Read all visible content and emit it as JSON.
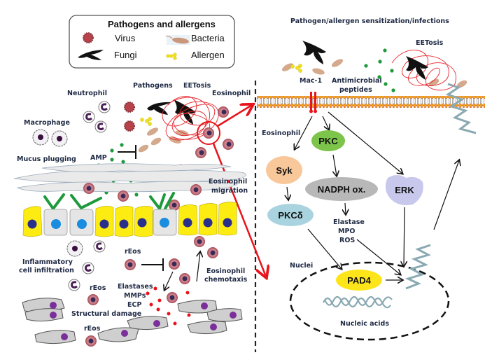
{
  "legend": {
    "title": "Pathogens and allergens",
    "items": [
      {
        "label": "Virus",
        "icon": "virus-icon"
      },
      {
        "label": "Bacteria",
        "icon": "bacteria-icon"
      },
      {
        "label": "Fungi",
        "icon": "fungi-icon"
      },
      {
        "label": "Allergen",
        "icon": "allergen-icon"
      }
    ]
  },
  "left_panel": {
    "neutrophil": "Neutrophil",
    "macrophage": "Macrophage",
    "mucus_plugging": "Mucus plugging",
    "amp": "AMP",
    "pathogens": "Pathogens",
    "eetosis": "EETosis",
    "eosinophil": "Eosinophil",
    "eos_migration_1": "Eosinophil",
    "eos_migration_2": "migration",
    "inflammatory_1": "Inflammatory",
    "inflammatory_2": "cell infiltration",
    "reos_1": "rEos",
    "reos_2": "rEos",
    "reos_3": "rEos",
    "elastases": "Elastases",
    "mmps": "MMPs",
    "ecp": "ECP",
    "structural_damage": "Structural damage",
    "chemotaxis_1": "Eosinophil",
    "chemotaxis_2": "chemotaxis"
  },
  "right_panel": {
    "title": "Pathogen/allergen sensitization/infections",
    "eetosis": "EETosis",
    "mac1": "Mac-1",
    "antimicrobial_1": "Antimicrobial",
    "antimicrobial_2": "peptides",
    "eosinophil": "Eosinophil",
    "nodes": {
      "pkc": "PKC",
      "syk": "Syk",
      "nadph": "NADPH ox.",
      "erk": "ERK",
      "pkcd": "PKCδ",
      "pad4": "PAD4"
    },
    "products": [
      "Elastase",
      "MPO",
      "ROS"
    ],
    "nuclei": "Nuclei",
    "nucleic_acids": "Nucleic acids"
  },
  "colors": {
    "eetosis_red": "#e8232a",
    "arrow_red": "#e8141c",
    "amp_green": "#1e9a3c",
    "pkc_green": "#7cc44a",
    "syk_orange": "#f8c79a",
    "nadph_gray": "#b8b8b8",
    "erk_lavender": "#c8c8ec",
    "pkcd_blue": "#a9d4df",
    "pad4_yellow": "#fde51a",
    "epithelium_yellow": "#fdec12",
    "nucleus_navy": "#2b2f8c",
    "goblet_blue": "#1a8de0",
    "dna_gray": "#8aa9b2"
  }
}
